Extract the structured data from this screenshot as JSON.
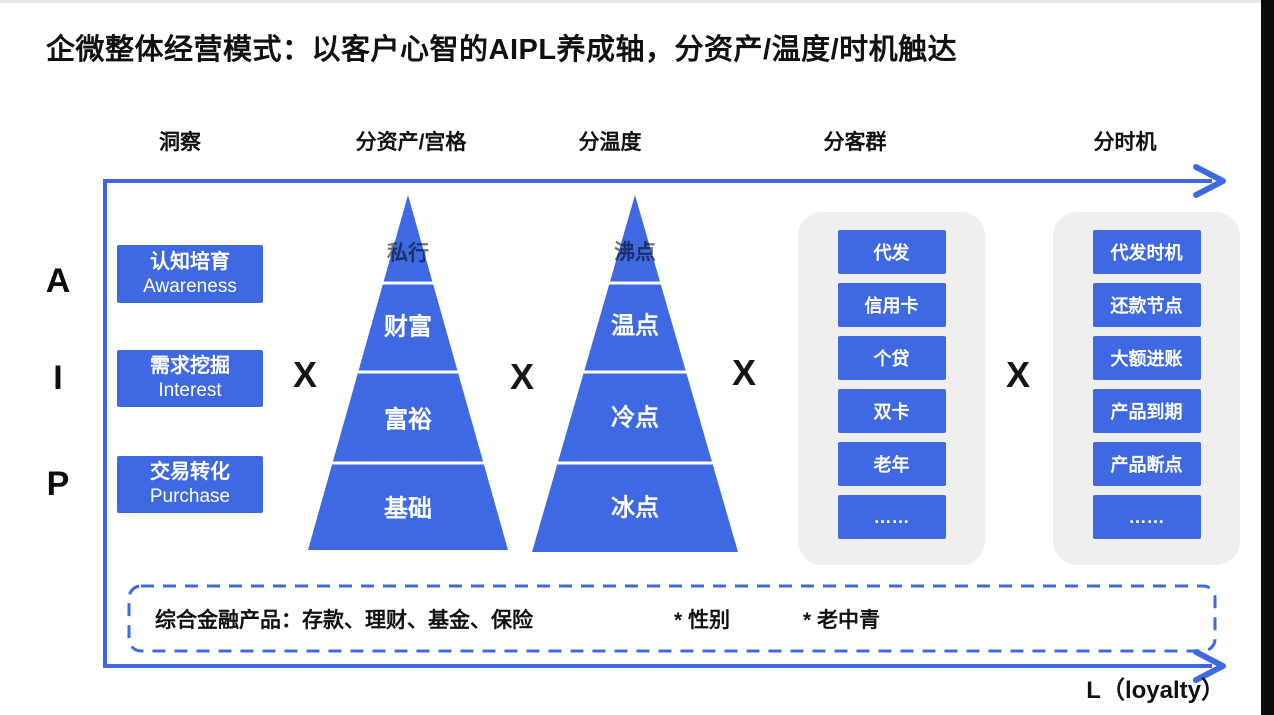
{
  "title": "企微整体经营模式：以客户心智的AIPL养成轴，分资产/温度/时机触达",
  "columns": [
    {
      "header": "洞察"
    },
    {
      "header": "分资产/宫格"
    },
    {
      "header": "分温度"
    },
    {
      "header": "分客群"
    },
    {
      "header": "分时机"
    }
  ],
  "aipl_axis": {
    "letters": [
      "A",
      "I",
      "P"
    ],
    "loyalty_label": "L（loyalty）"
  },
  "insight_boxes": [
    {
      "cn": "认知培育",
      "en": "Awareness"
    },
    {
      "cn": "需求挖掘",
      "en": "Interest"
    },
    {
      "cn": "交易转化",
      "en": "Purchase"
    }
  ],
  "multiply_symbol": "X",
  "pyramids": [
    {
      "name": "asset-tiers",
      "tiers": [
        "私行",
        "财富",
        "富裕",
        "基础"
      ]
    },
    {
      "name": "temperature-tiers",
      "tiers": [
        "沸点",
        "温点",
        "冷点",
        "冰点"
      ]
    }
  ],
  "segment_panels": [
    {
      "items": [
        "代发",
        "信用卡",
        "个贷",
        "双卡",
        "老年",
        "……"
      ]
    },
    {
      "items": [
        "代发时机",
        "还款节点",
        "大额进账",
        "产品到期",
        "产品断点",
        "……"
      ]
    }
  ],
  "footnote": {
    "products": "综合金融产品：存款、理财、基金、保险",
    "gender": "* 性别",
    "age": "* 老中青"
  },
  "colors": {
    "accent_blue": "#3F69E2",
    "panel_gray": "#EFEFEF",
    "edge_black": "#0B0B0B",
    "tip_label": "rgba(0,0,0,0.55)"
  }
}
